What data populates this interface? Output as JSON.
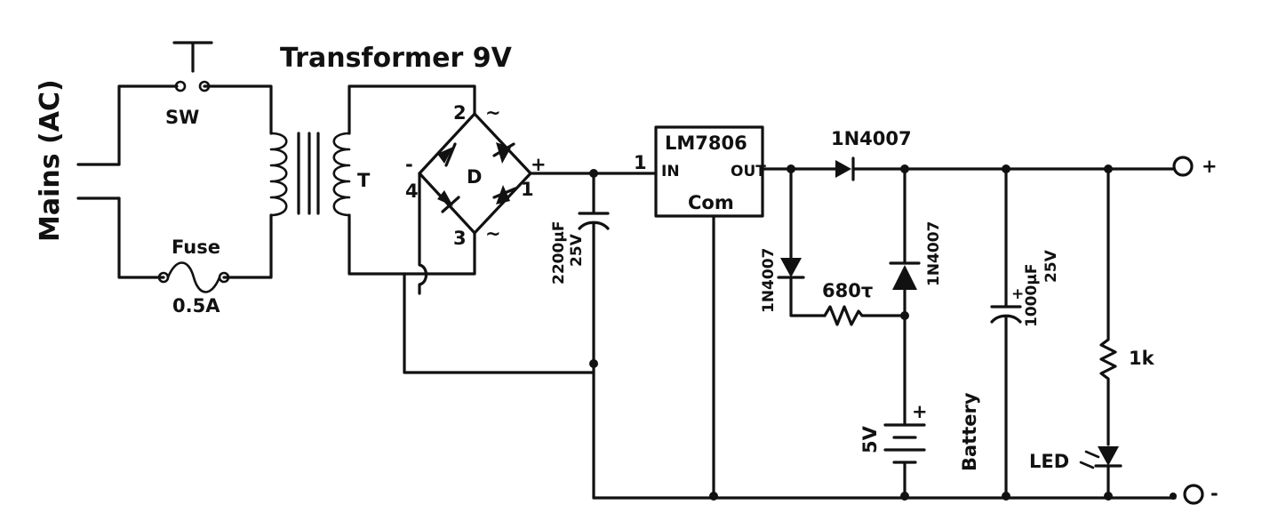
{
  "labels": {
    "mains": "Mains (AC)",
    "switch": "SW",
    "fuse": "Fuse",
    "fuse_rating": "0.5A",
    "transformer_title": "Transformer 9V",
    "transformer": "T",
    "bridge": "D",
    "pin2": "2",
    "pin3": "3",
    "pin4": "4",
    "pin1": "1",
    "ac_top": "~",
    "ac_bottom": "~",
    "bridge_minus": "-",
    "bridge_plus": "+",
    "cap1_value": "2200µF",
    "cap1_voltage": "25V",
    "regulator_name": "LM7806",
    "regulator_in": "IN",
    "regulator_out": "OUT",
    "regulator_com": "Com",
    "regulator_pin1": "1",
    "diode_series": "1N4007",
    "diode_left": "1N4007",
    "diode_right": "1N4007",
    "resistor_charge": "680τ",
    "battery_voltage": "5V",
    "battery_plus": "+",
    "battery": "Battery",
    "cap2_value": "1000µF",
    "cap2_voltage": "25V",
    "cap2_plus": "+",
    "resistor_led": "1k",
    "led": "LED",
    "out_plus": "+",
    "out_minus": "-"
  }
}
